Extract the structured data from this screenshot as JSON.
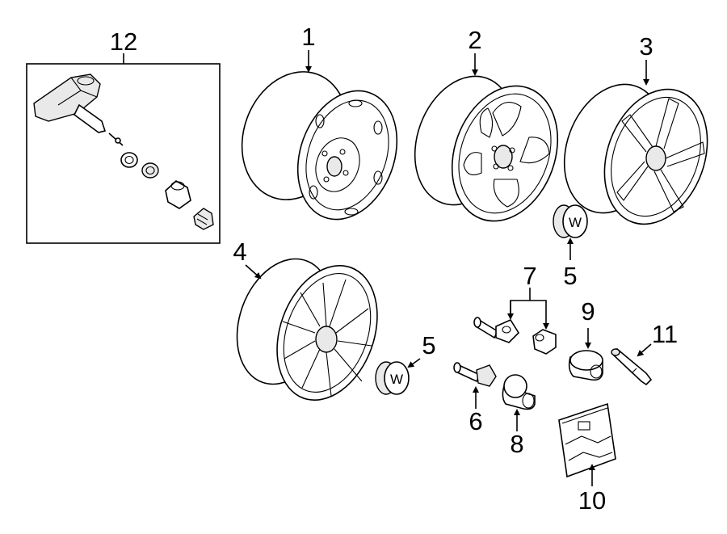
{
  "callouts": {
    "c1": "1",
    "c2": "2",
    "c3": "3",
    "c4": "4",
    "c5a": "5",
    "c5b": "5",
    "c6": "6",
    "c7": "7",
    "c8": "8",
    "c9": "9",
    "c10": "10",
    "c11": "11",
    "c12": "12"
  }
}
